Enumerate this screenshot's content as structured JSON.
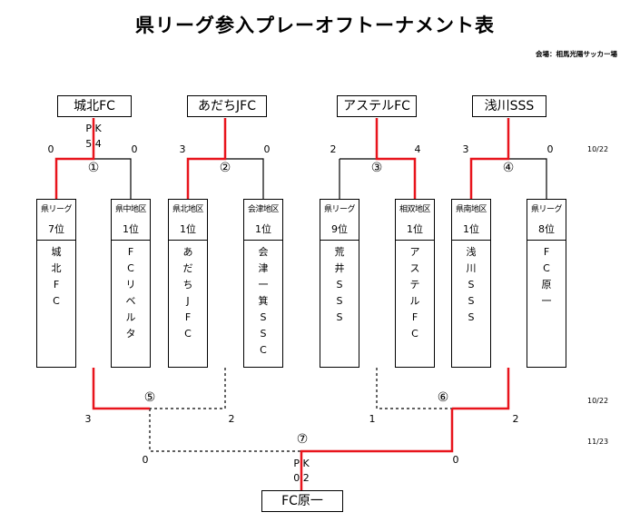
{
  "title": "県リーグ参入プレーオフトーナメント表",
  "venue": "会場：相馬光陽サッカー場",
  "winners": {
    "m1": "城北FC",
    "m2": "あだちJFC",
    "m3": "アステルFC",
    "m4": "浅川SSS",
    "final": "FC原一"
  },
  "teams": [
    {
      "region": "県リーグ",
      "rank": "7位",
      "name": [
        "城",
        "北",
        "F",
        "C"
      ]
    },
    {
      "region": "県中地区",
      "rank": "1位",
      "name": [
        "F",
        "C",
        "リ",
        "ベ",
        "ル",
        "タ"
      ]
    },
    {
      "region": "県北地区",
      "rank": "1位",
      "name": [
        "あ",
        "だ",
        "ち",
        "J",
        "F",
        "C"
      ]
    },
    {
      "region": "会津地区",
      "rank": "1位",
      "name": [
        "会",
        "津",
        "一",
        "箕",
        "S",
        "S",
        "C"
      ]
    },
    {
      "region": "県リーグ",
      "rank": "9位",
      "name": [
        "荒",
        "井",
        "S",
        "S",
        "S"
      ]
    },
    {
      "region": "相双地区",
      "rank": "1位",
      "name": [
        "ア",
        "ス",
        "テ",
        "ル",
        "F",
        "C"
      ]
    },
    {
      "region": "県南地区",
      "rank": "1位",
      "name": [
        "浅",
        "川",
        "S",
        "S",
        "S"
      ]
    },
    {
      "region": "県リーグ",
      "rank": "8位",
      "name": [
        "F",
        "C",
        "原",
        "一"
      ]
    }
  ],
  "matches": {
    "m1": {
      "no": "①",
      "left": "0",
      "right": "0",
      "pk_label": "P K",
      "pk": "5 4"
    },
    "m2": {
      "no": "②",
      "left": "3",
      "right": "0"
    },
    "m3": {
      "no": "③",
      "left": "2",
      "right": "4"
    },
    "m4": {
      "no": "④",
      "left": "3",
      "right": "0"
    },
    "m5": {
      "no": "⑤",
      "left": "3",
      "right": "2"
    },
    "m6": {
      "no": "⑥",
      "left": "1",
      "right": "2"
    },
    "m7": {
      "no": "⑦",
      "left": "0",
      "right": "0",
      "pk_label": "P K",
      "pk": "0 2"
    }
  },
  "dates": {
    "round1": "10/22",
    "round2": "10/22",
    "final": "11/23"
  },
  "colors": {
    "winner_line": "#e8141c",
    "loser_line": "#000000",
    "background": "#ffffff"
  }
}
